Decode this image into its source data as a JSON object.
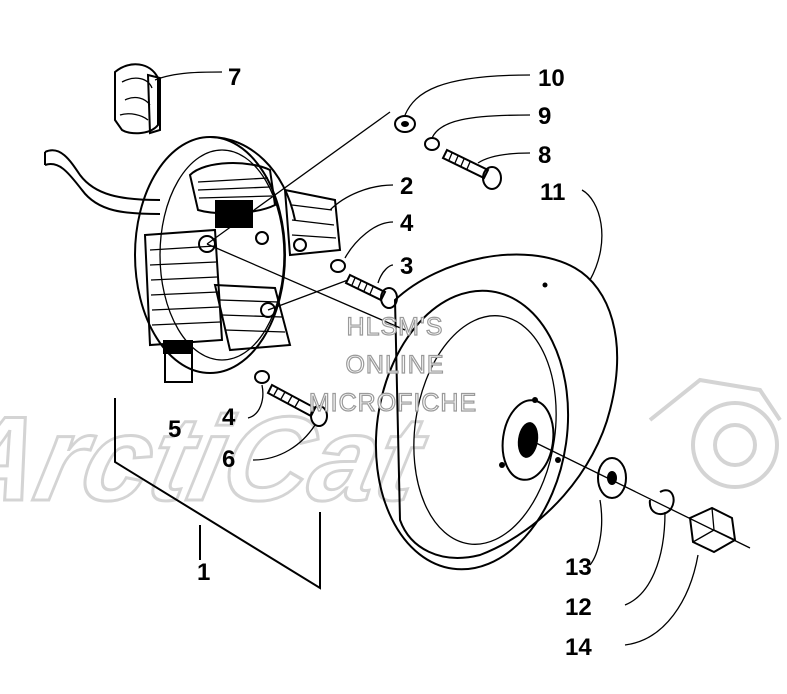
{
  "watermark": {
    "lines": [
      "HLSM'S",
      "ONLINE",
      "MICROFICHE"
    ],
    "logo": "ArctiCat"
  },
  "callouts": {
    "c1": "1",
    "c2": "2",
    "c3": "3",
    "c4a": "4",
    "c4b": "4",
    "c5": "5",
    "c6": "6",
    "c7": "7",
    "c8": "8",
    "c9": "9",
    "c10": "10",
    "c11": "11",
    "c12": "12",
    "c13": "13",
    "c14": "14"
  },
  "parts": [
    {
      "ref": "1",
      "part": "stator-assembly-bracket"
    },
    {
      "ref": "2",
      "part": "coil"
    },
    {
      "ref": "3",
      "part": "screw"
    },
    {
      "ref": "4",
      "part": "lock-washer"
    },
    {
      "ref": "5",
      "part": "coil"
    },
    {
      "ref": "6",
      "part": "screw"
    },
    {
      "ref": "7",
      "part": "grommet"
    },
    {
      "ref": "8",
      "part": "screw"
    },
    {
      "ref": "9",
      "part": "lock-washer"
    },
    {
      "ref": "10",
      "part": "washer"
    },
    {
      "ref": "11",
      "part": "flywheel"
    },
    {
      "ref": "12",
      "part": "lock-washer"
    },
    {
      "ref": "13",
      "part": "washer"
    },
    {
      "ref": "14",
      "part": "nut"
    }
  ],
  "colors": {
    "ink": "#000000",
    "paper": "#ffffff",
    "watermark": "#d4d4d4"
  }
}
